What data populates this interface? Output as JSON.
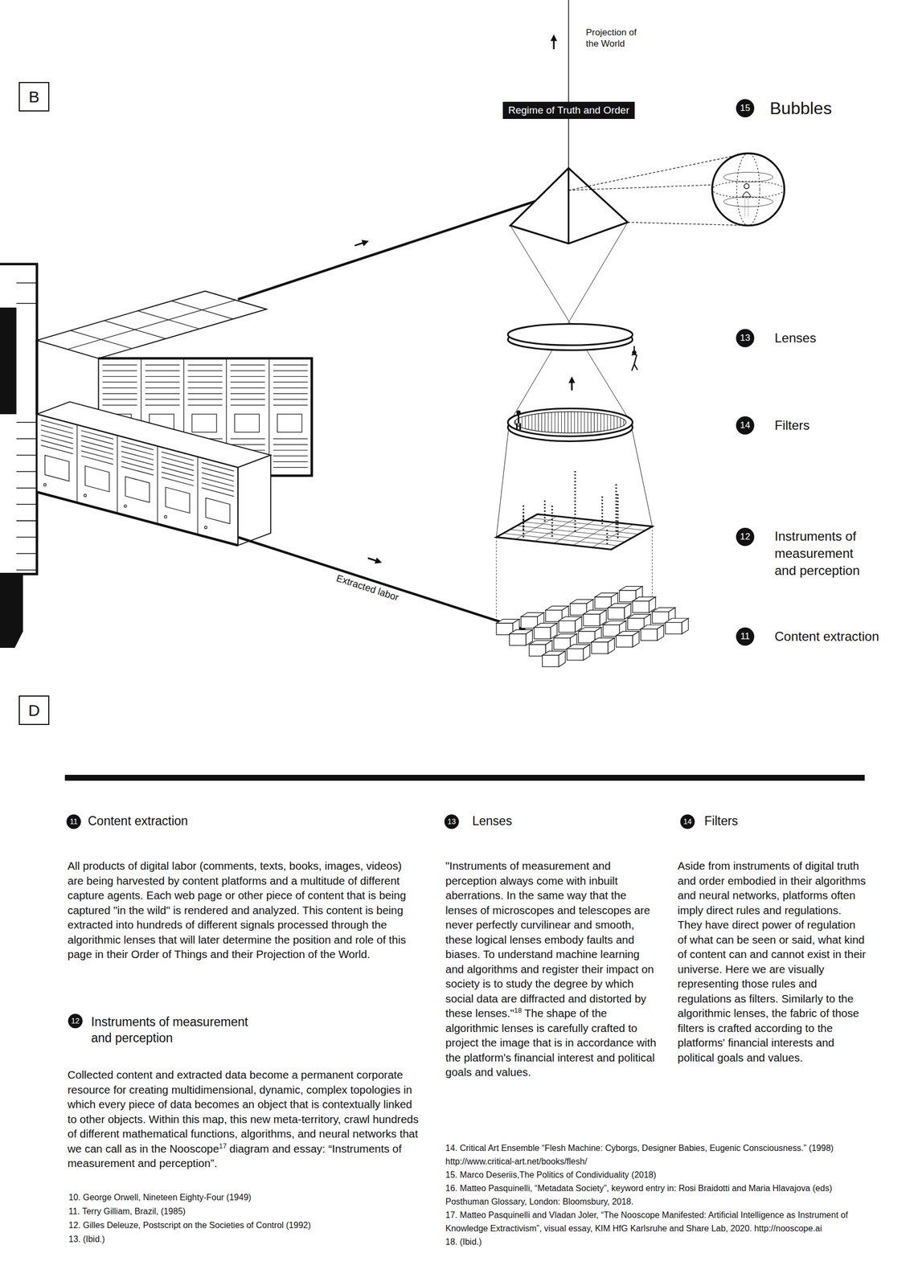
{
  "diagram": {
    "nodes": [
      {
        "text": [
          "B"
        ]
      },
      {
        "text": [
          "D"
        ]
      },
      {
        "text": [
          "Regime of Truth and Order"
        ]
      },
      {
        "text": [
          "15",
          "Bubbles"
        ]
      },
      {
        "text": [
          "13",
          "Lenses"
        ]
      },
      {
        "text": [
          "14",
          "Filters"
        ]
      },
      {
        "text": [
          "12",
          "Instruments of measurement and perception"
        ]
      },
      {
        "text": [
          "11",
          "Content extraction"
        ]
      },
      {
        "text": [
          "11",
          "Content extraction"
        ]
      },
      {
        "text": [
          "12",
          "Instruments of measurement and perception"
        ]
      },
      {
        "text": [
          "13",
          "Lenses"
        ]
      },
      {
        "text": [
          "14",
          "Filters"
        ]
      }
    ],
    "labels": [
      "Projection of the World",
      "Extracted labor",
      "All products of digital labor (comments, texts, books, images, videos) are being harvested by content platforms and a multitude of different capture agents. Each web page or other piece of content that is being captured \"in the wild\" is rendered and analyzed. This content is being extracted into hundreds of different signals processed through the algorithmic lenses that will later determine the position and role of this page in their Order of Things and their Projection of the World.",
      "Collected content and extracted data become a permanent corporate resource for creating multidimensional, dynamic, complex topologies in which every piece of data becomes an object that is contextually linked to other objects. Within this map, this new meta-territory, crawl hundreds of different mathematical functions, algorithms, and neural networks that we can call as in the Nooscope",
      "17",
      "diagram and essay: “Instruments of measurement and perception”.",
      "\"Instruments of measurement and perception always come with inbuilt aberrations. In the same way that the lenses of microscopes and telescopes are never perfectly curvilinear and smooth, these logical lenses embody faults and biases. To understand machine learning and algorithms and register their impact on society is to study the degree by which social data are diffracted and distorted by these lenses.\"",
      "18",
      "The shape of the algorithmic lenses is carefully crafted to project the image that is in accordance with the platform's financial interest and political goals and values.",
      "Aside from instruments of digital truth and order embodied in their algorithms and neural networks, platforms often imply direct rules and regulations. They have direct power of regulation of what can be seen or said, what kind of content can and cannot exist in their universe. Here we are visually representing those rules and regulations as filters. Similarly to the algorithmic lenses, the fabric of those filters is crafted according to the platforms' financial interests and political goals and values.",
      "10. George Orwell, Nineteen Eighty-Four (1949)",
      "11. Terry Gilliam, Brazil, (1985)",
      "12. Gilles Deleuze, Postscript on the Societies of Control (1992)",
      "13. (Ibid.)",
      "14. Critical Art Ensemble “Flesh Machine: Cyborgs, Designer Babies, Eugenic Consciousness.” (1998) http://www.critical-art.net/books/flesh/",
      "15. Marco Deseriis,The Politics of Condividuality (2018)",
      "16. Matteo Pasquinelli, “Metadata Society”, keyword entry in: Rosi Braidotti and Maria Hlavajova (eds) Posthuman Glossary, London: Bloomsbury, 2018.",
      "17. Matteo Pasquinelli and Vladan Joler, “The Nooscope Manifested: Artificial Intelligence as Instrument of Knowledge Extractivism”, visual essay, KIM HfG Karlsruhe and Share Lab, 2020. http://nooscope.ai",
      "18. (Ibid.)"
    ]
  }
}
